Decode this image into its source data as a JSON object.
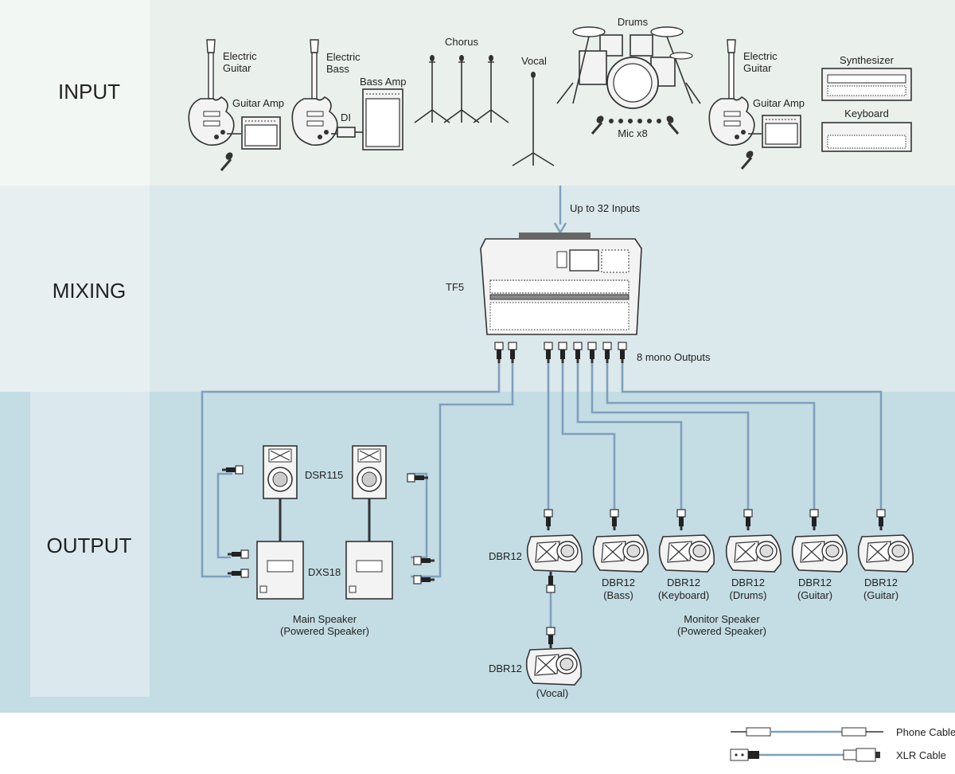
{
  "sections": {
    "input": "INPUT",
    "mixing": "MIXING",
    "output": "OUTPUT"
  },
  "input": {
    "electric_guitar_1": [
      "Electric",
      "Guitar"
    ],
    "guitar_amp_1": "Guitar Amp",
    "electric_bass": [
      "Electric",
      "Bass"
    ],
    "bass_amp": "Bass Amp",
    "di": "DI",
    "chorus": "Chorus",
    "vocal": "Vocal",
    "drums": "Drums",
    "mic_x8": "Mic x8",
    "electric_guitar_2": [
      "Electric",
      "Guitar"
    ],
    "guitar_amp_2": "Guitar Amp",
    "synthesizer": "Synthesizer",
    "keyboard": "Keyboard"
  },
  "mixing": {
    "inputs_label": "Up to 32 Inputs",
    "mixer_label": "TF5",
    "outputs_label": "8 mono Outputs"
  },
  "output": {
    "dsr115": "DSR115",
    "dxs18": "DXS18",
    "main_speaker": [
      "Main Speaker",
      "(Powered Speaker)"
    ],
    "dbr12": "DBR12",
    "monitors": [
      {
        "name": "DBR12",
        "role": "(Bass)"
      },
      {
        "name": "DBR12",
        "role": "(Keyboard)"
      },
      {
        "name": "DBR12",
        "role": "(Drums)"
      },
      {
        "name": "DBR12",
        "role": "(Guitar)"
      },
      {
        "name": "DBR12",
        "role": "(Guitar)"
      }
    ],
    "vocal_monitor": {
      "name": "DBR12",
      "role": "(Vocal)"
    },
    "monitor_speaker": [
      "Monitor Speaker",
      "(Powered Speaker)"
    ]
  },
  "legend": {
    "phone": "Phone Cable",
    "xlr": "XLR Cable"
  },
  "colors": {
    "input_band": "#eaf1ec",
    "mixing_band": "#dbe8ec",
    "output_band": "#c4dce4",
    "side_light": "#f3f7f4",
    "cable": "#7f9fbd"
  }
}
